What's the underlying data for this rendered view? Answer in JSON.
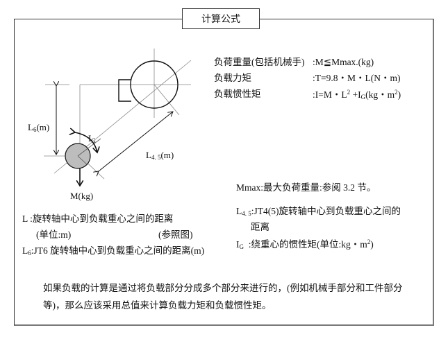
{
  "title": "计算公式",
  "diagram": {
    "l6_label": "L",
    "l6_sub": "6",
    "l6_unit": "(m)",
    "ig_label": "I",
    "ig_sub": "G",
    "l45_label": "L",
    "l45_sub": "4. 5",
    "l45_unit": "(m)",
    "mass_label": "M(kg)"
  },
  "formulas": [
    {
      "label": "负荷重量(包括机械手)",
      "formula": ":M≦Mmax.(kg)"
    },
    {
      "label": "负载力矩",
      "formula": ":T=9.8・M・L(N・m)"
    },
    {
      "label": "负载惯性矩",
      "formula_pre": ":I=M・L",
      "sup": "2",
      "formula_mid": " +I",
      "sub": "G",
      "formula_post": "(kg・m",
      "sup2": "2",
      "formula_end": ")"
    }
  ],
  "notes_left": {
    "l_def": "L  :旋转轴中心到负载重心之间的距离",
    "unit": "(单位:m)",
    "ref": "(参照图)",
    "l6_name": "L",
    "l6_sub": "6",
    "l6_def": ":JT6 旋转轴中心到负载重心之间的距离(m)"
  },
  "notes_right": {
    "mmax": "Mmax:最大负荷重量:参阅 3.2 节。",
    "l45_name": "L",
    "l45_sub": "4. 5",
    "l45_def": ":JT4(5)旋转轴中心到负载重心之间的",
    "l45_def2": "距离",
    "ig_name": "I",
    "ig_sub": "G",
    "ig_def": "  :绕重心的惯性矩(单位:kg・m",
    "ig_sup": "2",
    "ig_end": ")"
  },
  "paragraph": {
    "line1": "如果负载的计算是通过将负载部分分成多个部分来进行的，(例如机械手部分和工件部分",
    "line2": "等)，那么应该采用总值来计算负载力矩和负载惯性矩。"
  }
}
